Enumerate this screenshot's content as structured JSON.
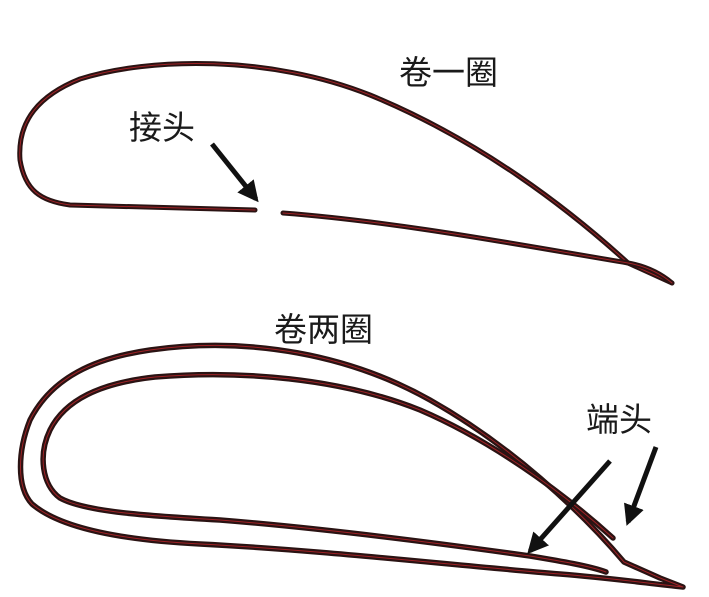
{
  "labels": {
    "one_turn": "卷一圈",
    "joint": "接头",
    "two_turns": "卷两圈",
    "ends": "端头"
  },
  "colors": {
    "stroke": "#2a1313",
    "stroke_edge": "#b5262a",
    "background": "#ffffff"
  }
}
